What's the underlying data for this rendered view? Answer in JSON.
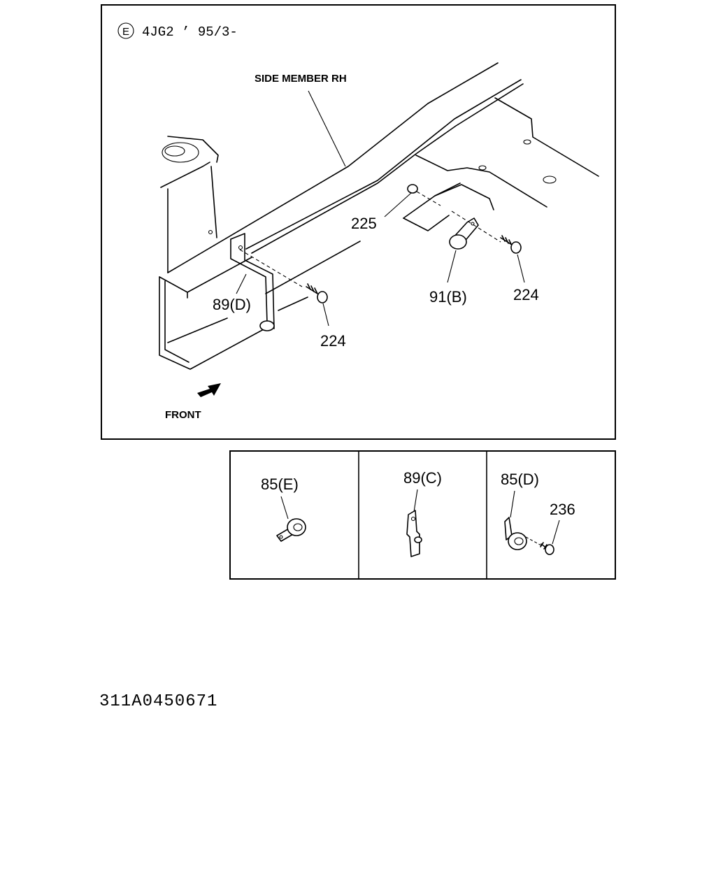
{
  "main_view": {
    "variant_badge": "E",
    "variant_code": "4JG2 ’ 95/3-",
    "side_member_label": "SIDE MEMBER RH",
    "front_label": "FRONT",
    "callouts": {
      "bolt_225": "225",
      "bracket_89d": "89(D)",
      "bolt_224_left": "224",
      "clip_91b": "91(B)",
      "bolt_224_right": "224"
    }
  },
  "detail_panels": [
    {
      "label": "85(E)"
    },
    {
      "label": "89(C)"
    },
    {
      "label": "85(D)",
      "extra_label": "236"
    }
  ],
  "document_id": "311A0450671"
}
